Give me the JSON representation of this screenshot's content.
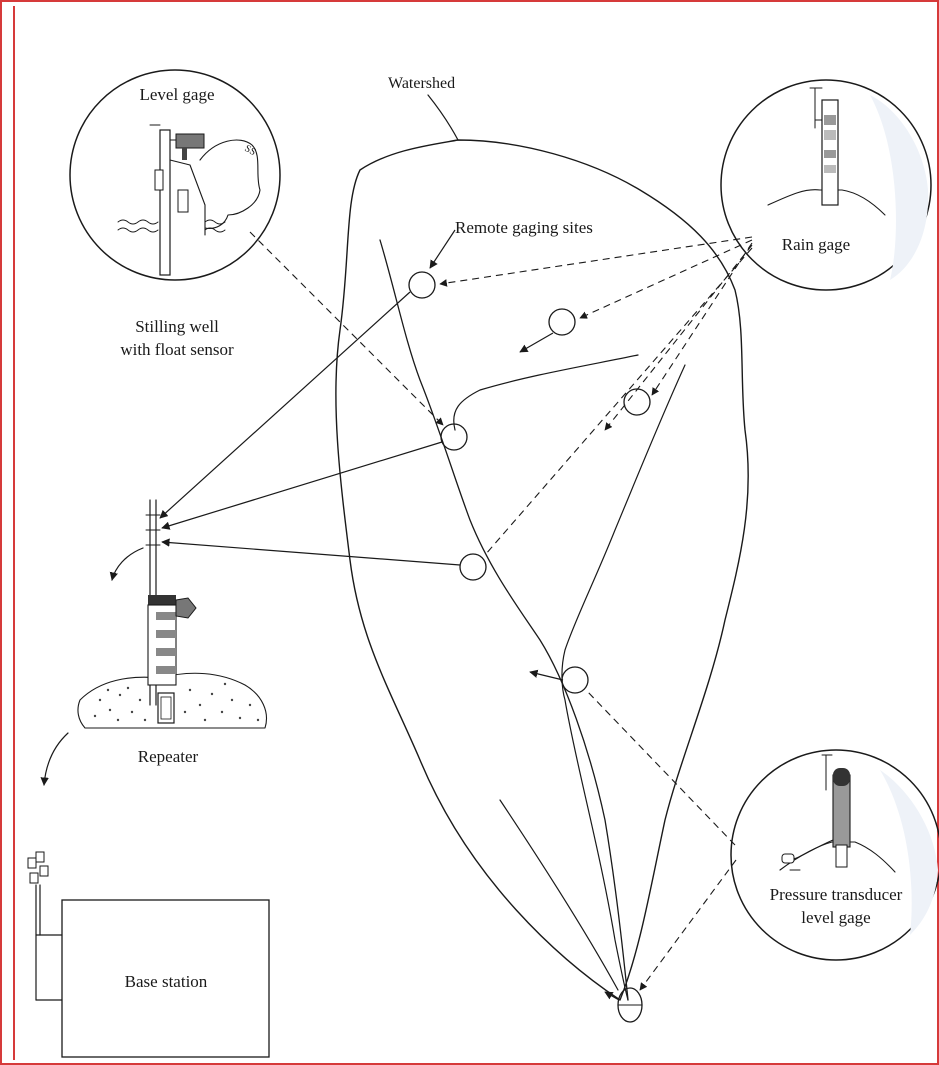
{
  "labels": {
    "level_gage": "Level gage",
    "watershed": "Watershed",
    "remote_gaging_sites": "Remote gaging sites",
    "rain_gage": "Rain gage",
    "stilling_well_line1": "Stilling well",
    "stilling_well_line2": "with float sensor",
    "repeater": "Repeater",
    "base_station": "Base station",
    "pressure_line1": "Pressure transducer",
    "pressure_line2": "level gage"
  },
  "colors": {
    "frame": "#d63a3a",
    "ink": "#1a1a1a",
    "paper": "#ffffff",
    "shade_dark": "#555555",
    "shade_mid": "#888888",
    "shade_light": "#bbbbbb"
  }
}
